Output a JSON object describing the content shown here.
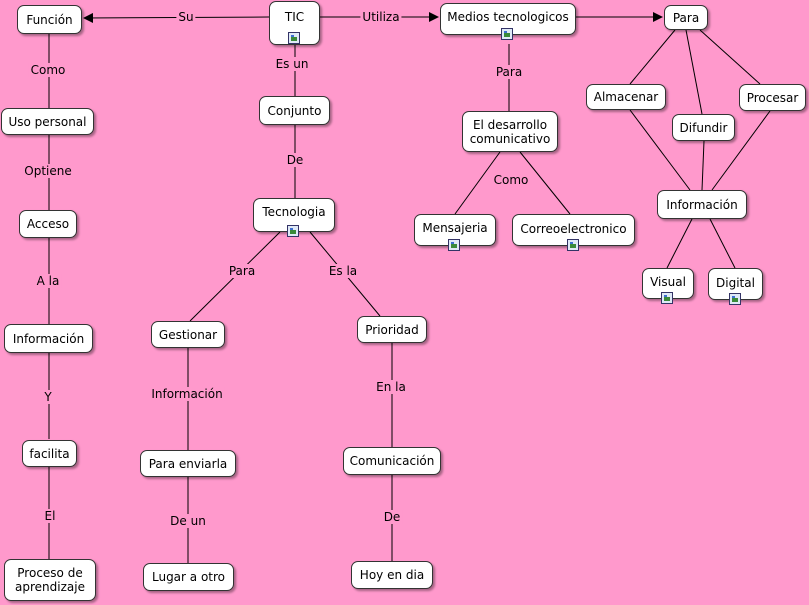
{
  "nodes": {
    "tic": "TIC",
    "funcion": "Función",
    "medios": "Medios tecnologicos",
    "para_top": "Para",
    "uso_personal": "Uso personal",
    "acceso": "Acceso",
    "informacion_left": "Información",
    "facilita": "facilita",
    "proceso": "Proceso de aprendizaje",
    "conjunto": "Conjunto",
    "tecnologia": "Tecnologia",
    "gestionar": "Gestionar",
    "para_enviarla": "Para enviarla",
    "lugar_a_otro": "Lugar a otro",
    "prioridad": "Prioridad",
    "comunicacion": "Comunicación",
    "hoy_en_dia": "Hoy en dia",
    "desarrollo": "El desarrollo comunicativo",
    "mensajeria": "Mensajeria",
    "correo": "Correoelectronico",
    "almacenar": "Almacenar",
    "difundir": "Difundir",
    "procesar": "Procesar",
    "informacion_right": "Información",
    "visual": "Visual",
    "digital": "Digital"
  },
  "links": {
    "su": "Su",
    "utiliza": "Utiliza",
    "es_un": "Es un",
    "como_left": "Como",
    "optiene": "Optiene",
    "a_la": "A la",
    "y": "Y",
    "el": "El",
    "de_conjunto": "De",
    "para_tec": "Para",
    "es_la": "Es la",
    "informacion_link": "Información",
    "de_un": "De un",
    "en_la": "En la",
    "de_com": "De",
    "para_medios": "Para",
    "como_desarrollo": "Como"
  },
  "colors": {
    "background": "#ff99cc",
    "node_fill": "#ffffff",
    "line": "#000000"
  }
}
